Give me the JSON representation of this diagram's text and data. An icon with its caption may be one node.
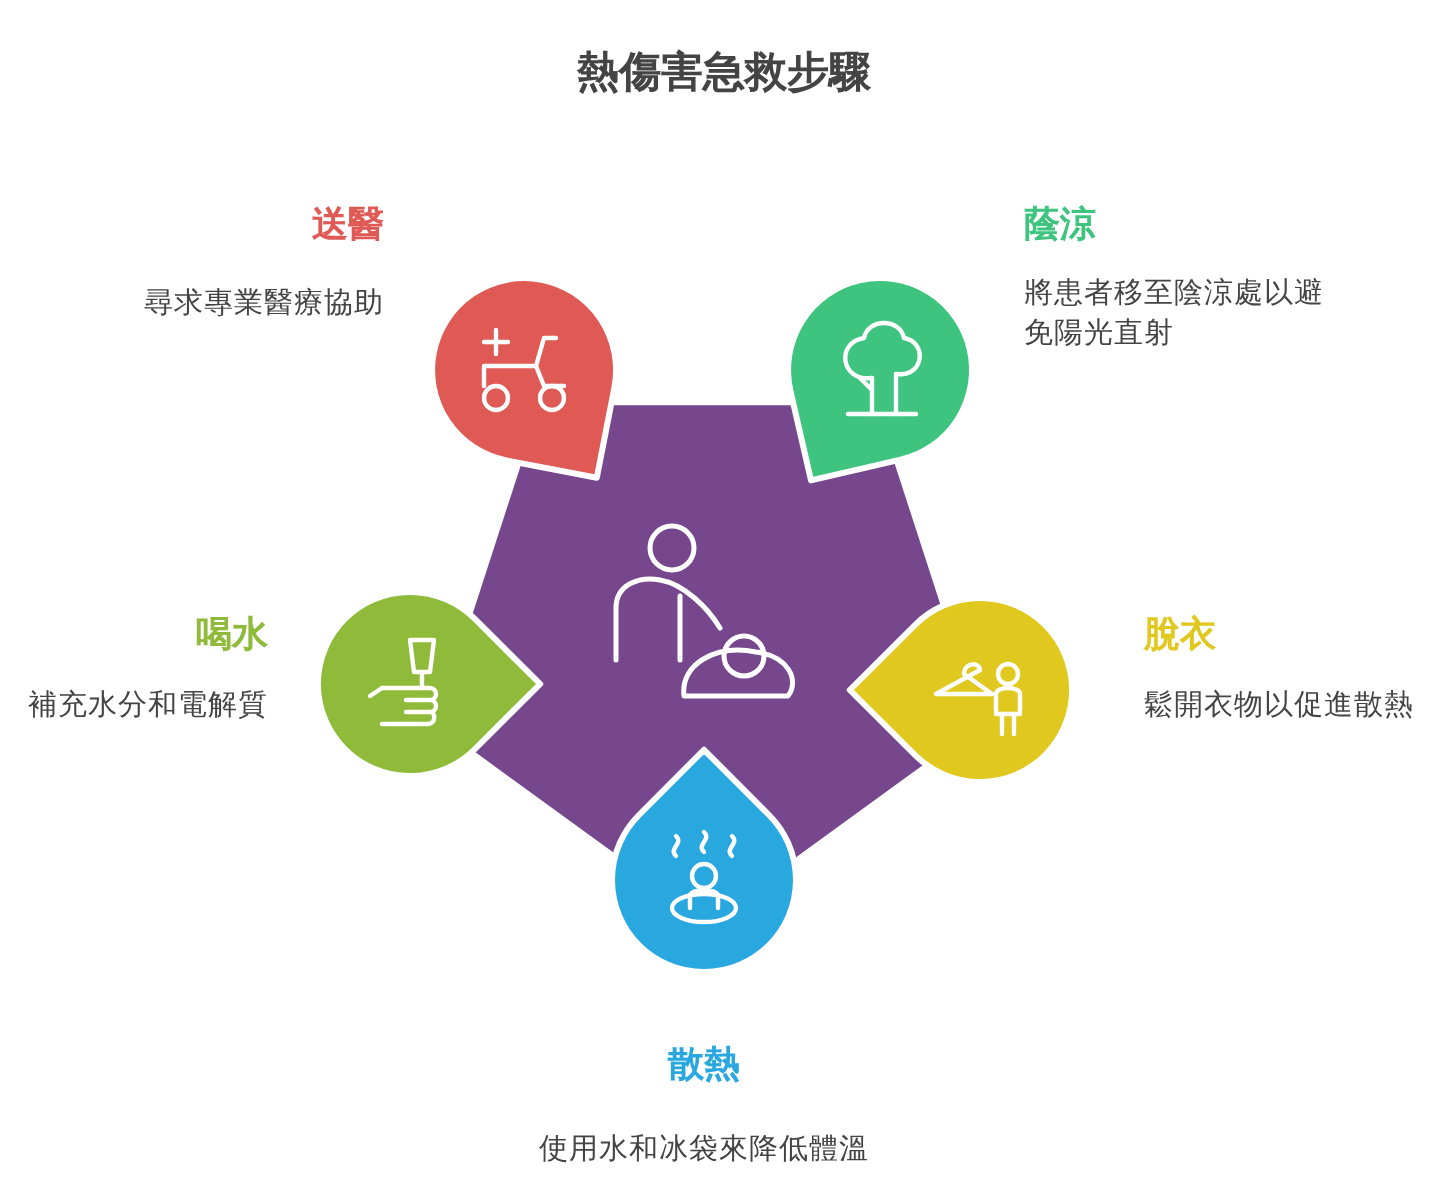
{
  "diagram": {
    "title": "熱傷害急救步驟",
    "nodes": [
      {
        "text": [],
        "shape": "picture"
      },
      {
        "text": [
          "送醫",
          "尋求專業醫療協助"
        ]
      },
      {
        "text": [
          "蔭涼",
          "將患者移至陰涼處以避免陽光直射"
        ]
      },
      {
        "text": [
          "喝水",
          "補充水分和電解質"
        ]
      },
      {
        "text": [
          "脫衣",
          "鬆開衣物以促進散熱"
        ]
      },
      {
        "text": [
          "散熱",
          "使用水和冰袋來降低體溫"
        ]
      }
    ]
  }
}
